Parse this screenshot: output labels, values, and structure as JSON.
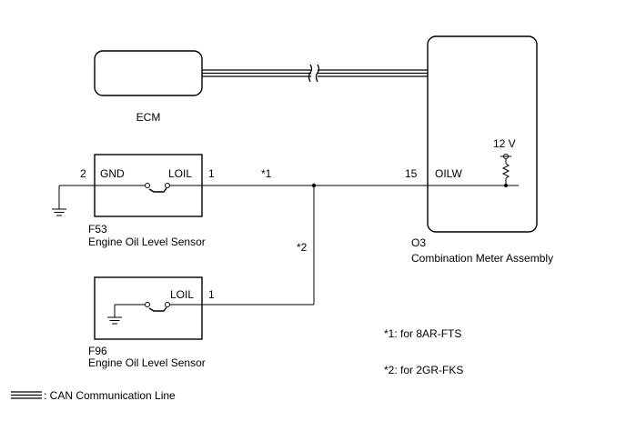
{
  "ecm": {
    "label": "ECM"
  },
  "sensor_f53": {
    "code": "F53",
    "name": "Engine Oil Level Sensor",
    "pin_gnd": "GND",
    "pin_loil": "LOIL",
    "pin_gnd_number": "2",
    "pin_loil_number": "1"
  },
  "sensor_f96": {
    "code": "F96",
    "name": "Engine Oil Level Sensor",
    "pin_loil": "LOIL",
    "pin_loil_number": "1"
  },
  "meter": {
    "code": "O3",
    "name": "Combination Meter Assembly",
    "pin": "OILW",
    "pin_number": "15",
    "voltage": "12 V"
  },
  "wire_notes": {
    "note1_marker": "*1",
    "note2_marker": "*2"
  },
  "footnotes": {
    "note1": "*1: for 8AR-FTS",
    "note2": "*2: for 2GR-FKS"
  },
  "legend": {
    "can_line": ": CAN Communication Line"
  }
}
